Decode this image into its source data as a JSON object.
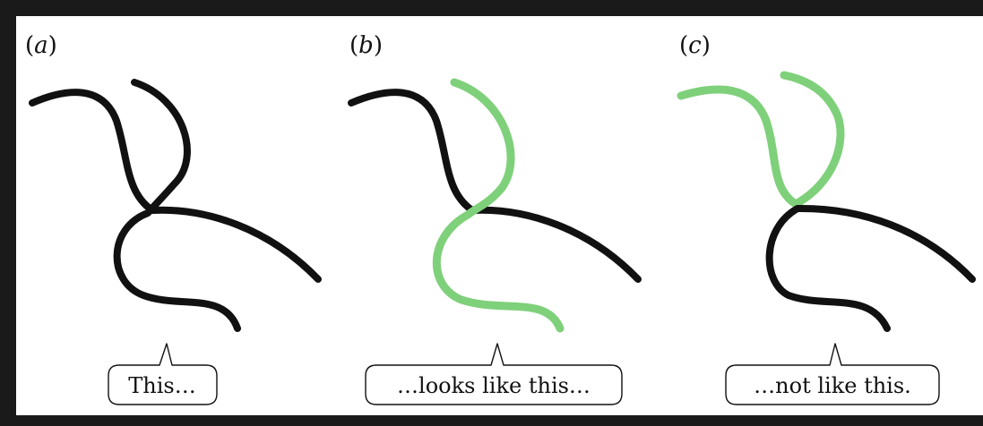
{
  "panels": [
    {
      "label_open": "(",
      "label_letter": "a",
      "label_close": ")",
      "caption": "This…"
    },
    {
      "label_open": "(",
      "label_letter": "b",
      "label_close": ")",
      "caption": "…looks like this…"
    },
    {
      "label_open": "(",
      "label_letter": "c",
      "label_close": ")",
      "caption": "…not like this."
    }
  ],
  "colors": {
    "frame": "#1a1a1a",
    "background": "#ffffff",
    "strand_black": "#111111",
    "strand_green": "#7fd07a"
  }
}
